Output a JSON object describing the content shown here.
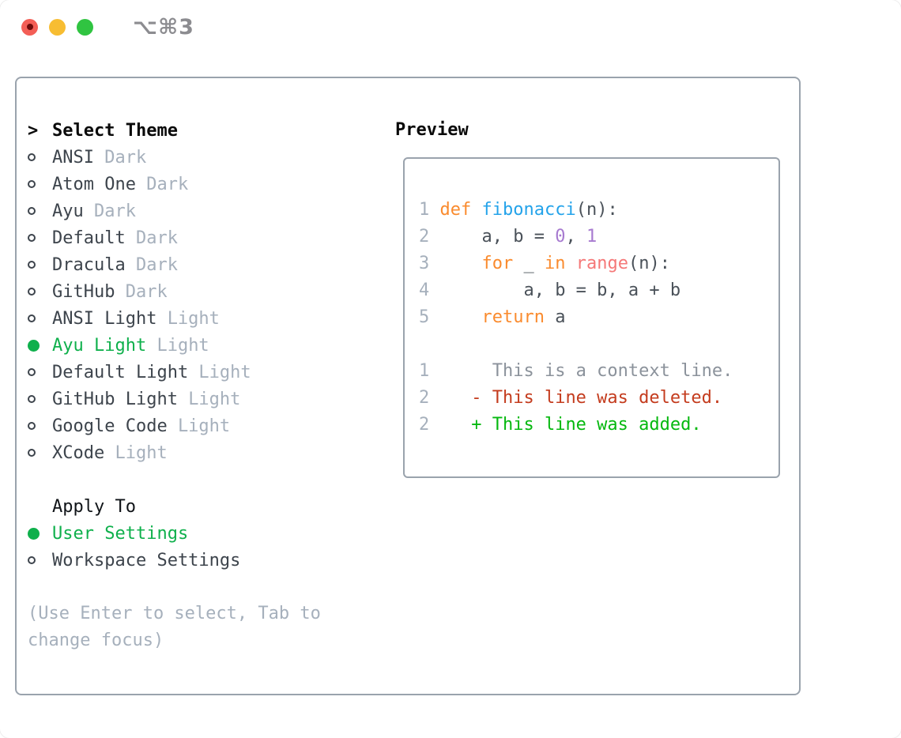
{
  "window": {
    "title": "⌥⌘3",
    "traffic_lights": [
      "close",
      "minimize",
      "zoom"
    ]
  },
  "colors": {
    "traffic_red": "#f35e56",
    "traffic_red_dot": "#6e0b0b",
    "traffic_yellow": "#f7bd32",
    "traffic_green": "#30c441",
    "title_gray": "#8c8c90",
    "border_gray": "#9aa3ad",
    "select_green": "#0fb04c",
    "added_green": "#05b80f",
    "deleted_red": "#c43c1e",
    "keyword_orange": "#fa8b2e",
    "function_blue": "#24a3ea",
    "call_coral": "#f57878",
    "number_purple": "#a77ad0",
    "code_text": "#4a5159",
    "muted_gray": "#a6b0bc",
    "context_gray": "#8b929b",
    "text_dark": "#3d444c",
    "header_black": "#0a0a0a"
  },
  "theme_picker": {
    "prompt": ">",
    "title": "Select Theme",
    "themes": [
      {
        "name": "ANSI",
        "tag": "Dark",
        "selected": false
      },
      {
        "name": "Atom One",
        "tag": "Dark",
        "selected": false
      },
      {
        "name": "Ayu",
        "tag": "Dark",
        "selected": false
      },
      {
        "name": "Default",
        "tag": "Dark",
        "selected": false
      },
      {
        "name": "Dracula",
        "tag": "Dark",
        "selected": false
      },
      {
        "name": "GitHub",
        "tag": "Dark",
        "selected": false
      },
      {
        "name": "ANSI Light",
        "tag": "Light",
        "selected": false
      },
      {
        "name": "Ayu Light",
        "tag": "Light",
        "selected": true
      },
      {
        "name": "Default Light",
        "tag": "Light",
        "selected": false
      },
      {
        "name": "GitHub Light",
        "tag": "Light",
        "selected": false
      },
      {
        "name": "Google Code",
        "tag": "Light",
        "selected": false
      },
      {
        "name": "XCode",
        "tag": "Light",
        "selected": false
      }
    ],
    "apply_to": {
      "title": "Apply To",
      "options": [
        {
          "label": "User Settings",
          "selected": true
        },
        {
          "label": "Workspace Settings",
          "selected": false
        }
      ]
    },
    "hint": "(Use Enter to select, Tab to change focus)"
  },
  "preview": {
    "title": "Preview",
    "lines": [
      {
        "kind": "code",
        "num": "1",
        "segments": [
          {
            "text": "def ",
            "style": "keyword"
          },
          {
            "text": "fibonacci",
            "style": "function"
          },
          {
            "text": "(n):",
            "style": "plain"
          }
        ]
      },
      {
        "kind": "code",
        "num": "2",
        "segments": [
          {
            "text": "    a, b = ",
            "style": "plain"
          },
          {
            "text": "0",
            "style": "number"
          },
          {
            "text": ", ",
            "style": "plain"
          },
          {
            "text": "1",
            "style": "number"
          }
        ]
      },
      {
        "kind": "code",
        "num": "3",
        "segments": [
          {
            "text": "    ",
            "style": "plain"
          },
          {
            "text": "for",
            "style": "keyword"
          },
          {
            "text": " _ ",
            "style": "plain"
          },
          {
            "text": "in",
            "style": "keyword"
          },
          {
            "text": " ",
            "style": "plain"
          },
          {
            "text": "range",
            "style": "call"
          },
          {
            "text": "(n):",
            "style": "plain"
          }
        ]
      },
      {
        "kind": "code",
        "num": "4",
        "segments": [
          {
            "text": "        a, b = b, a + b",
            "style": "plain"
          }
        ]
      },
      {
        "kind": "code",
        "num": "5",
        "segments": [
          {
            "text": "    ",
            "style": "plain"
          },
          {
            "text": "return",
            "style": "keyword"
          },
          {
            "text": " a",
            "style": "plain"
          }
        ]
      },
      {
        "kind": "blank",
        "num": "",
        "segments": []
      },
      {
        "kind": "diff",
        "num": "1",
        "segments": [
          {
            "text": "     This is a context line.",
            "style": "context"
          }
        ]
      },
      {
        "kind": "diff",
        "num": "2",
        "segments": [
          {
            "text": "   - This line was deleted.",
            "style": "deleted"
          }
        ]
      },
      {
        "kind": "diff",
        "num": "2",
        "segments": [
          {
            "text": "   + This line was added.",
            "style": "added"
          }
        ]
      }
    ]
  }
}
